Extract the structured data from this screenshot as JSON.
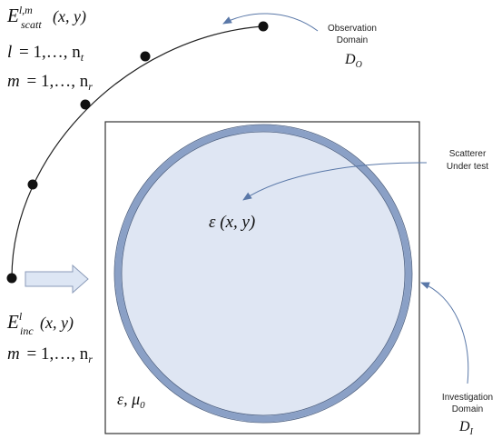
{
  "scattered_field": {
    "symbol": "E",
    "superscript": "l,m",
    "subscript": "scatt",
    "args": "(x, y)",
    "l_range": {
      "var": "l",
      "eq": "= 1,…, n",
      "sub": "t"
    },
    "m_range": {
      "var": "m",
      "eq": "= 1,…, n",
      "sub": "r"
    }
  },
  "incident_field": {
    "symbol": "E",
    "superscript": "l",
    "subscript": "inc",
    "args": "(x, y)",
    "m_range": {
      "var": "m",
      "eq": "= 1,…, n",
      "sub": "r"
    }
  },
  "observation_domain": {
    "line1": "Observation",
    "line2": "Domain",
    "symbol": "D",
    "sub": "O"
  },
  "scatterer": {
    "line1": "Scatterer",
    "line2": "Under test",
    "formula": "ε (x, y)"
  },
  "background": {
    "formula": "ε, μ",
    "sub": "0"
  },
  "investigation_domain": {
    "line1": "Investigation",
    "line2": "Domain",
    "symbol": "D",
    "sub": "I"
  },
  "colors": {
    "circle_fill": "#dfe6f3",
    "circle_ring": "#8aa0c6",
    "arrow": "#5a78a8",
    "incident_arrow_fill": "#dde6f4"
  }
}
